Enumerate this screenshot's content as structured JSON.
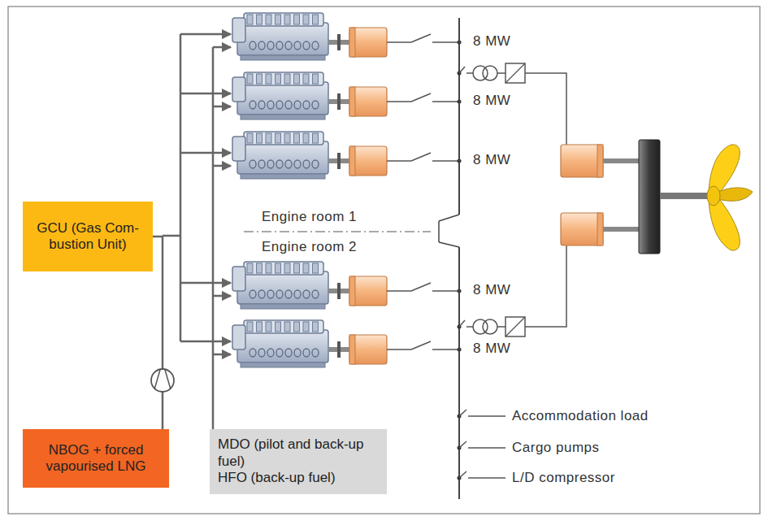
{
  "diagram": {
    "nodes": [
      {
        "text": [
          "GCU (Gas Com- bustion Unit)"
        ]
      },
      {
        "text": [
          "NBOG + forced vapourised LNG"
        ]
      },
      {
        "text": [
          "MDO (pilot and back-up fuel)",
          "HFO (back-up fuel)"
        ]
      }
    ],
    "edges": [
      {
        "from": 1,
        "to": 0,
        "arrow": "none"
      }
    ],
    "labels": [
      "8 MW",
      "8 MW",
      "8 MW",
      "8 MW",
      "8 MW",
      "Engine room 1",
      "Engine room 2",
      "Accommodation load",
      "Cargo pumps",
      "L/D compressor"
    ]
  }
}
